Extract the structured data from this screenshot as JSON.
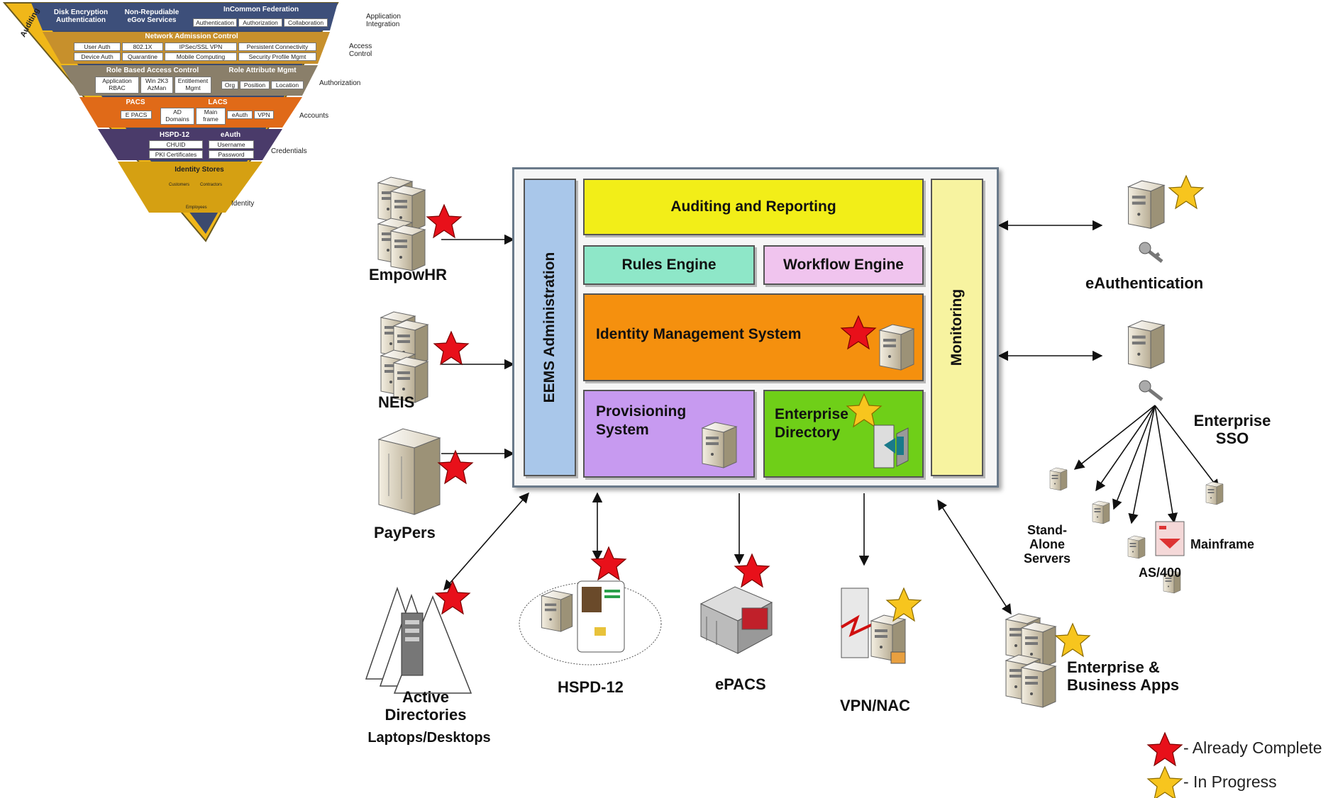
{
  "pyramid": {
    "side_label": "Auditing",
    "layers": [
      {
        "name": "Application Integration",
        "groups": [
          {
            "title": "Disk Encryption Authentication",
            "items": []
          },
          {
            "title": "Non-Repudiable eGov Services",
            "items": []
          },
          {
            "title": "InCommon Federation",
            "items": [
              "Authentication",
              "Authorization",
              "Collaboration"
            ]
          }
        ]
      },
      {
        "name": "Access Control",
        "groups": [
          {
            "title": "Network Admission Control",
            "items": [
              "User Auth",
              "802.1X",
              "IPSec/SSL VPN",
              "Persistent Connectivity",
              "Device Auth",
              "Quarantine",
              "Mobile Computing",
              "Security Profile Mgmt"
            ]
          }
        ]
      },
      {
        "name": "Authorization",
        "groups": [
          {
            "title": "Role Based Access Control",
            "items": [
              "Application RBAC",
              "Win 2K3 AzMan",
              "Entitlement Mgmt"
            ]
          },
          {
            "title": "Role Attribute Mgmt",
            "items": [
              "Org",
              "Position",
              "Location"
            ]
          }
        ]
      },
      {
        "name": "Accounts",
        "groups": [
          {
            "title": "PACS",
            "items": [
              "E PACS"
            ]
          },
          {
            "title": "LACS",
            "items": [
              "AD Domains",
              "Main frame",
              "eAuth",
              "VPN"
            ]
          }
        ]
      },
      {
        "name": "Credentials",
        "groups": [
          {
            "title": "HSPD-12",
            "items": [
              "CHUID",
              "PKI Certificates"
            ]
          },
          {
            "title": "eAuth",
            "items": [
              "Username",
              "Password"
            ]
          }
        ]
      },
      {
        "name": "Identity",
        "groups": [
          {
            "title": "Identity Stores",
            "items": [
              "Customers",
              "Contractors",
              "Employees"
            ]
          }
        ]
      }
    ]
  },
  "core": {
    "admin": "EEMS Administration",
    "auditing": "Auditing and Reporting",
    "rules": "Rules Engine",
    "workflow": "Workflow Engine",
    "ims": "Identity Management System",
    "provisioning": "Provisioning System",
    "directory": "Enterprise Directory",
    "monitoring": "Monitoring"
  },
  "left_systems": [
    "EmpowHR",
    "NEIS",
    "PayPers"
  ],
  "bottom_systems": {
    "active_directories": "Active Directories",
    "laptops": "Laptops/Desktops",
    "hspd12": "HSPD-12",
    "epacs": "ePACS",
    "vpn": "VPN/NAC",
    "enterprise_apps": "Enterprise & Business Apps"
  },
  "right_systems": {
    "eauth": "eAuthentication",
    "sso": "Enterprise SSO",
    "standalone": "Stand-Alone Servers",
    "as400": "AS/400",
    "mainframe": "Mainframe"
  },
  "legend": {
    "complete": "- Already Complete",
    "progress": "- In Progress",
    "complete_color": "#e8101a",
    "progress_color": "#f7c51e"
  }
}
